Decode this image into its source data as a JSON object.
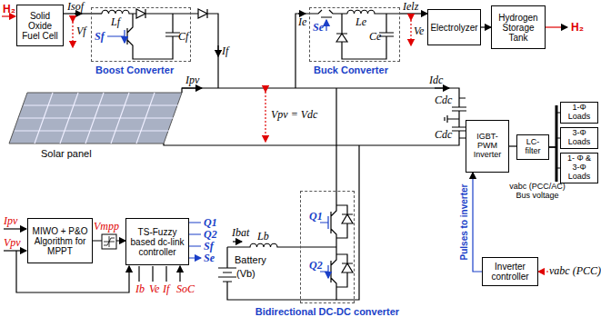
{
  "diagram": {
    "nodes": [
      {
        "text": [
          "Solid Oxide Fuel Cell"
        ]
      },
      {
        "text": [
          "Boost Converter"
        ]
      },
      {
        "text": [
          "Buck Converter"
        ]
      },
      {
        "text": [
          "Electrolyzer"
        ]
      },
      {
        "text": [
          "Hydrogen Storage Tank"
        ]
      },
      {
        "text": [
          "IGBT-PWM Inverter"
        ]
      },
      {
        "text": [
          "LC-filter"
        ]
      },
      {
        "text": [
          "1-Φ Loads"
        ]
      },
      {
        "text": [
          "3-Φ Loads"
        ]
      },
      {
        "text": [
          "1- Φ & 3-Φ Loads"
        ]
      },
      {
        "text": [
          "MIWO + P&O Algorithm for MPPT"
        ]
      },
      {
        "text": [
          "TS-Fuzzy based dc-link controller"
        ]
      },
      {
        "text": [
          "Inverter controller"
        ]
      },
      {
        "text": [
          "Bidirectional DC-DC converter"
        ]
      }
    ],
    "edges": [
      {
        "from": 0,
        "to": 1,
        "arrow": "none"
      },
      {
        "from": 2,
        "to": 3,
        "arrow": "to"
      },
      {
        "from": 3,
        "to": 4,
        "arrow": "to"
      },
      {
        "from": 5,
        "to": 6,
        "arrow": "none"
      },
      {
        "from": 6,
        "to": 7,
        "arrow": "none"
      },
      {
        "from": 6,
        "to": 8,
        "arrow": "none"
      },
      {
        "from": 6,
        "to": 9,
        "arrow": "none"
      },
      {
        "from": 10,
        "to": 11,
        "arrow": "to"
      },
      {
        "from": 12,
        "to": 5,
        "arrow": "to",
        "label": "Pulses to inverter"
      }
    ],
    "labels": [
      "H₂",
      "Isof",
      "Vf",
      "Lf",
      "Cf",
      "Sf",
      "If",
      "Ipv",
      "Ie",
      "Se",
      "Le",
      "Ce",
      "Ielz",
      "Ve",
      "H₂",
      "Idc",
      "Cdc",
      "Cdc",
      "Vpv = Vdc",
      "Solar panel",
      "vabc (PCC/AC) Bus voltage",
      "Ipv",
      "Vpv",
      "Vmpp",
      "Q1",
      "Q2",
      "Sf",
      "Se",
      "Ib",
      "Ve",
      "If",
      "SoC",
      "Ibat",
      "Lb",
      "Battery",
      "(Vb)",
      "Q1",
      "Q2",
      "vabc (PCC)"
    ]
  }
}
